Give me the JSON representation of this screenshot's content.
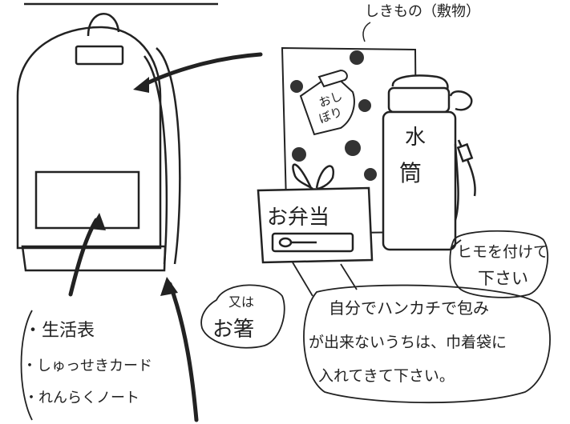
{
  "top_caption": "しきもの（敷物）",
  "towel_label_line1": "おし",
  "towel_label_line2": "ぼり",
  "bottle_label_line1": "水",
  "bottle_label_line2": "筒",
  "bento_label": "お弁当",
  "strap_note_line1": "ヒモを付けて",
  "strap_note_line2": "下さい",
  "chopsticks_note_line1": "又は",
  "chopsticks_note_line2": "お箸",
  "wrap_note_line1": "自分でハンカチで包み",
  "wrap_note_line2": "が出来ないうちは、巾着袋に",
  "wrap_note_line3": "入れてきて下さい。",
  "pocket_items": [
    "・生活表",
    "・しゅっせきカード",
    "・れんらくノート"
  ],
  "colors": {
    "ink": "#222222",
    "paper": "#ffffff",
    "dot": "#333333"
  }
}
